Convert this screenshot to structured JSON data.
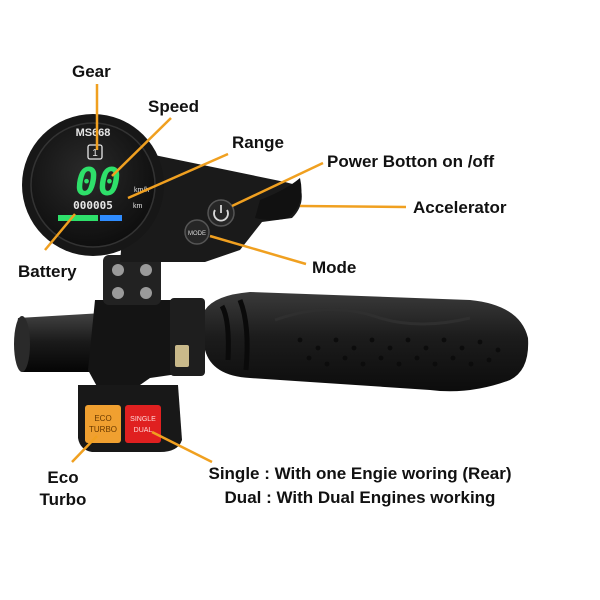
{
  "display": {
    "model": "MS668",
    "speed_digits": "00",
    "speed_unit": "km/h",
    "odometer": "000005",
    "odo_unit": "km"
  },
  "buttons": {
    "mode": "MODE",
    "eco_line1": "ECO",
    "eco_line2": "TURBO",
    "single_line1": "SINGLE",
    "single_line2": "DUAL"
  },
  "labels": {
    "gear": "Gear",
    "speed": "Speed",
    "range": "Range",
    "power": "Power Botton on /off",
    "accelerator": "Accelerator",
    "mode": "Mode",
    "battery": "Battery",
    "eco_line1": "Eco",
    "eco_line2": "Turbo",
    "single_caption": "Single : With one Engie woring (Rear)",
    "dual_caption": "Dual : With Dual Engines working"
  },
  "colors": {
    "leader": "#f0a020",
    "lcd_green": "#2ee06a",
    "lcd_blue": "#2f8cff",
    "eco_button": "#f0a030",
    "single_button": "#e02020"
  }
}
